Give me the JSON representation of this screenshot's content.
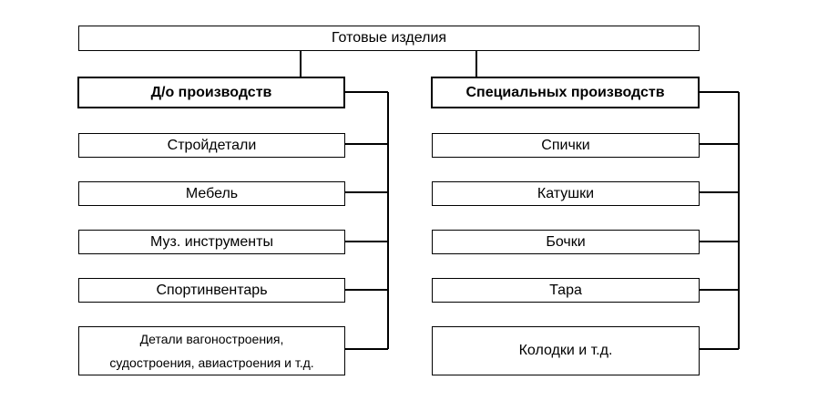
{
  "root": {
    "label": "Готовые изделия"
  },
  "left": {
    "header": "Д/о производств",
    "items": [
      {
        "label": "Стройдетали"
      },
      {
        "label": "Мебель"
      },
      {
        "label": "Муз. инструменты"
      },
      {
        "label": "Спортинвентарь"
      },
      {
        "label_line1": "Детали вагоностроения,",
        "label_line2": "судостроения, авиастроения и т.д."
      }
    ]
  },
  "right": {
    "header": "Специальных производств",
    "items": [
      {
        "label": "Спички"
      },
      {
        "label": "Катушки"
      },
      {
        "label": "Бочки"
      },
      {
        "label": "Тара"
      },
      {
        "label": "Колодки и т.д."
      }
    ]
  }
}
